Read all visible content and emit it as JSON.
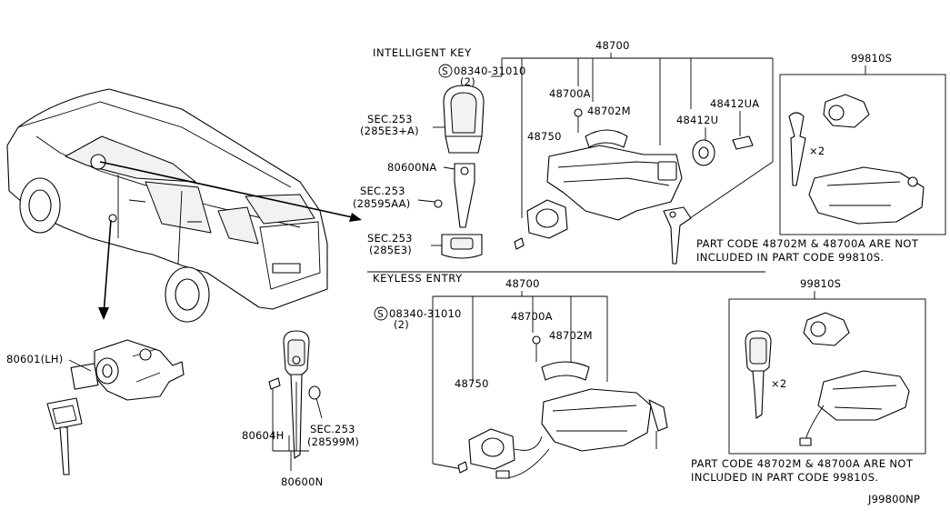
{
  "sections": {
    "intelligent_key": "INTELLIGENT KEY",
    "keyless_entry": "KEYLESS ENTRY"
  },
  "labels": {
    "ik_48700": "48700",
    "ik_bolt_code": "08340-31010",
    "ik_bolt_qty": "(2)",
    "ik_48700a": "48700A",
    "ik_48702m": "48702M",
    "ik_48750": "48750",
    "ik_48412ua": "48412UA",
    "ik_48412u": "48412U",
    "ik_sec253_a": "SEC.253",
    "ik_285e3a": "(285E3+A)",
    "ik_80600na": "80600NA",
    "ik_sec253_b": "SEC.253",
    "ik_28595aa": "(28595AA)",
    "ik_sec253_c": "SEC.253",
    "ik_285e3": "(285E3)",
    "ik_99810s": "99810S",
    "ik_x2": "×2",
    "ke_48700": "48700",
    "ke_bolt_code": "08340-31010",
    "ke_bolt_qty": "(2)",
    "ke_48700a": "48700A",
    "ke_48702m": "48702M",
    "ke_48750": "48750",
    "ke_99810s": "99810S",
    "ke_x2": "×2",
    "door_80601": "80601(LH)",
    "key_80604h": "80604H",
    "key_sec253": "SEC.253",
    "key_28599m": "(28599M)",
    "key_80600n": "80600N",
    "diagram_code": "J99800NP",
    "s_symbol": "S"
  },
  "notes": {
    "ik_line1": "PART CODE 48702M & 48700A ARE NOT",
    "ik_line2": "INCLUDED IN PART CODE 99810S.",
    "ke_line1": "PART CODE 48702M & 48700A ARE NOT",
    "ke_line2": "INCLUDED IN PART CODE 99810S."
  }
}
